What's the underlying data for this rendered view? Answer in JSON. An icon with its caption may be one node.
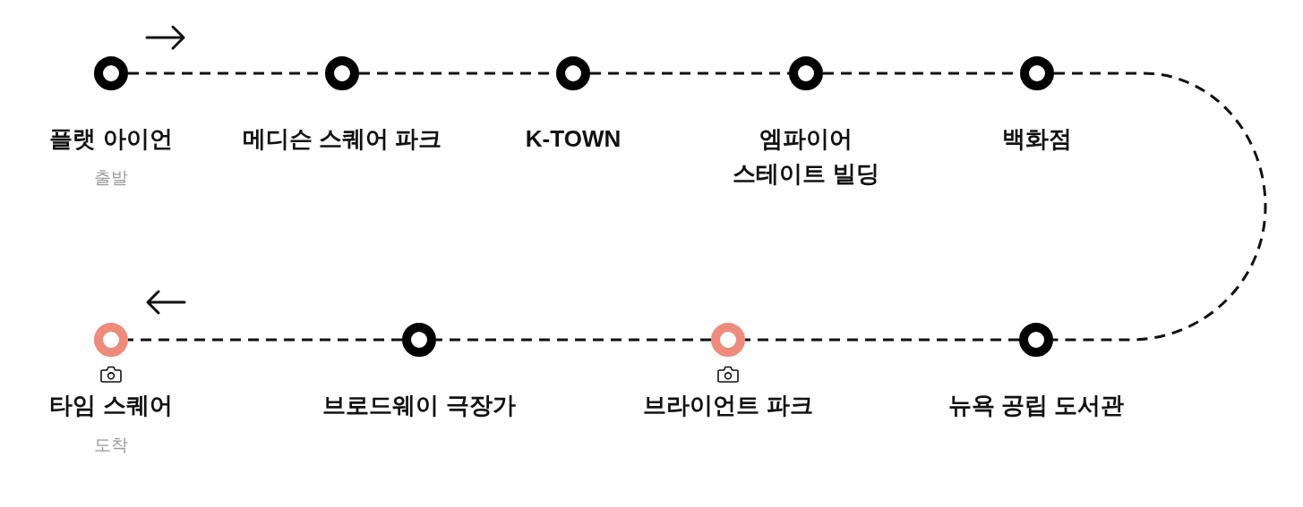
{
  "diagram": {
    "nodes": [
      {
        "text": [
          "플랫 아이언"
        ]
      },
      {
        "text": [
          "메디슨 스퀘어 파크"
        ]
      },
      {
        "text": [
          "K-TOWN"
        ]
      },
      {
        "text": [
          "엠파이어 스테이트 빌딩"
        ]
      },
      {
        "text": [
          "백화점"
        ]
      },
      {
        "text": [
          "타임 스퀘어"
        ]
      },
      {
        "text": [
          "브로드웨이 극장가"
        ]
      },
      {
        "text": [
          "브라이언트 파크"
        ]
      },
      {
        "text": [
          "뉴욕 공립 도서관"
        ]
      }
    ],
    "edges": [
      {
        "from": 0,
        "to": 1,
        "arrow": "none",
        "style": "dashed"
      },
      {
        "from": 1,
        "to": 2,
        "arrow": "none",
        "style": "dashed"
      },
      {
        "from": 2,
        "to": 3,
        "arrow": "none",
        "style": "dashed"
      },
      {
        "from": 3,
        "to": 4,
        "arrow": "none",
        "style": "dashed"
      },
      {
        "from": 4,
        "to": 8,
        "arrow": "none",
        "style": "dashed"
      },
      {
        "from": 8,
        "to": 7,
        "arrow": "none",
        "style": "dashed"
      },
      {
        "from": 7,
        "to": 6,
        "arrow": "none",
        "style": "dashed"
      },
      {
        "from": 6,
        "to": 5,
        "arrow": "none",
        "style": "dashed"
      }
    ],
    "labels": [
      "출발",
      "도착"
    ]
  }
}
